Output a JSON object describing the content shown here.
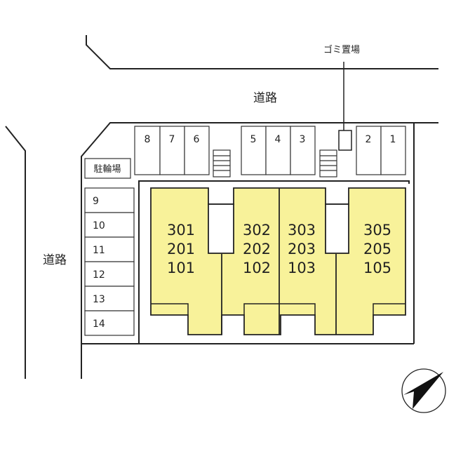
{
  "labels": {
    "garbage": "ゴミ置場",
    "road_top": "道路",
    "road_left": "道路",
    "bicycle_parking": "駐輪場"
  },
  "top_parking": [
    "8",
    "7",
    "6",
    "5",
    "4",
    "3",
    "2",
    "1"
  ],
  "side_parking": [
    "9",
    "10",
    "11",
    "12",
    "13",
    "14"
  ],
  "units": [
    [
      "301",
      "201",
      "101"
    ],
    [
      "302",
      "202",
      "102"
    ],
    [
      "303",
      "203",
      "103"
    ],
    [
      "305",
      "205",
      "105"
    ]
  ],
  "colors": {
    "building_fill": "#f8f29a",
    "lines": "#222222"
  },
  "compass_icon": "north-arrow-icon"
}
